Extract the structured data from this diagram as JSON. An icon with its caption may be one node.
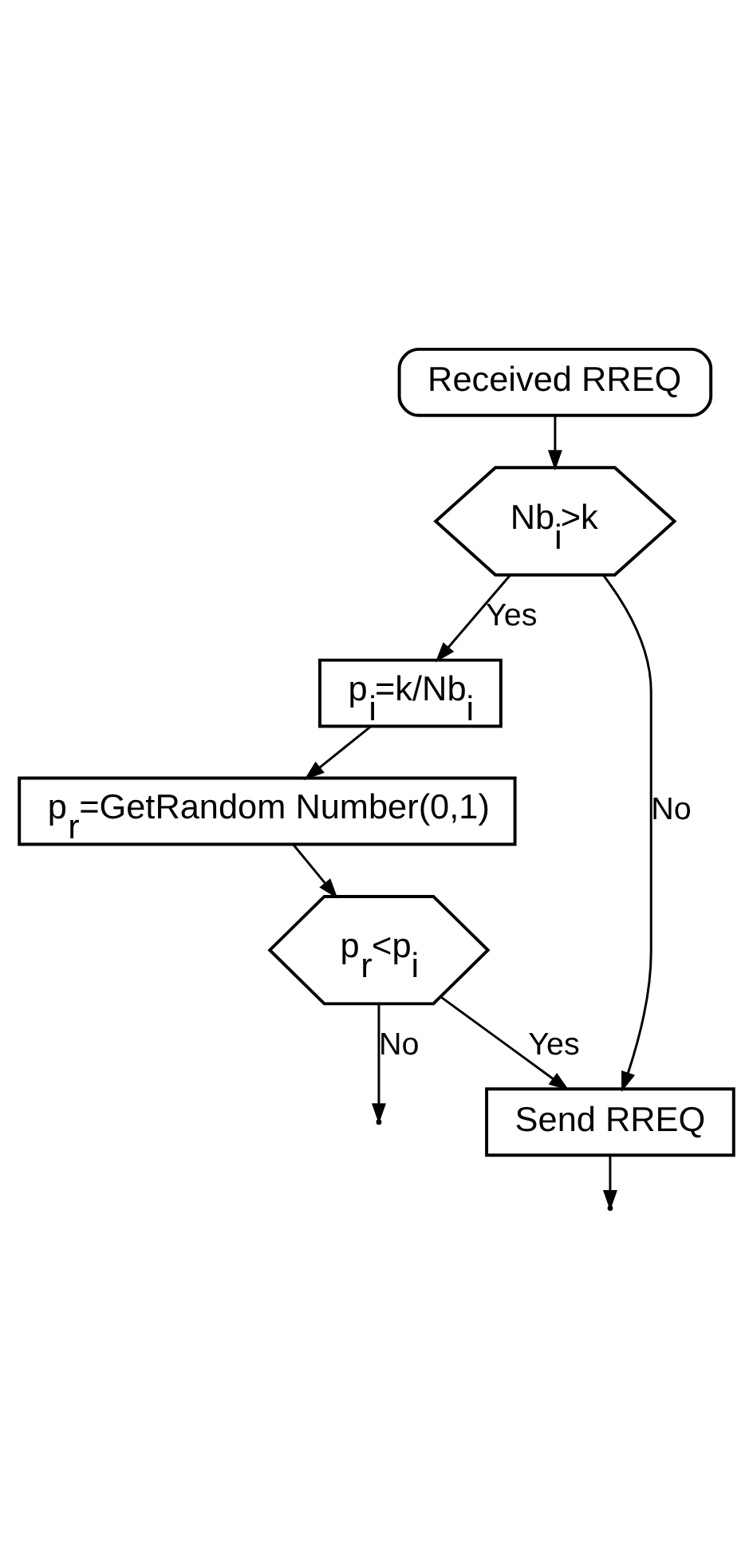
{
  "diagram": {
    "nodes": [
      {
        "text": [
          "Received RREQ"
        ]
      },
      {
        "text": [
          "Nb$_{i}$>k"
        ]
      },
      {
        "text": [
          "p$_{i}$=k/Nb$_{i}$"
        ]
      },
      {
        "text": [
          "p$_{r}$=GetRandom Number(0,1)"
        ]
      },
      {
        "text": [
          "p$_{r}$<p$_{i}$"
        ]
      },
      {
        "text": [
          "Send RREQ"
        ]
      }
    ],
    "edges": [
      {
        "from": 0,
        "to": 1,
        "arrow": "to"
      },
      {
        "from": 1,
        "to": 2,
        "arrow": "to",
        "label": "Yes"
      },
      {
        "from": 2,
        "to": 3,
        "arrow": "to"
      },
      {
        "from": 3,
        "to": 4,
        "arrow": "to"
      },
      {
        "from": 4,
        "to": 5,
        "arrow": "to",
        "label": "Yes"
      },
      {
        "from": 1,
        "to": 5,
        "arrow": "to",
        "label": "No"
      },
      {
        "from": 4,
        "to": null,
        "arrow": "to",
        "label": "No"
      },
      {
        "from": 5,
        "to": null,
        "arrow": "to"
      }
    ]
  }
}
